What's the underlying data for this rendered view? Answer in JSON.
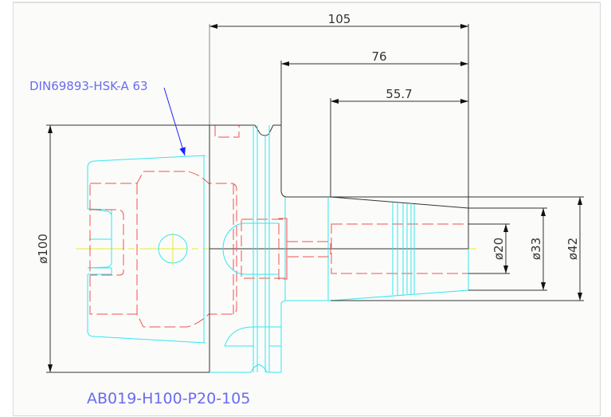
{
  "drawing": {
    "part_number": "AB019-H100-P20-105",
    "interface_label": "DIN69893-HSK-A 63",
    "dimensions": {
      "overall_length": "105",
      "length_76": "76",
      "length_55_7": "55.7",
      "flange_diameter": "ø100",
      "bore_diameter": "ø20",
      "nose_diameter": "ø33",
      "body_diameter": "ø42"
    },
    "colors": {
      "outline": "#333333",
      "visible_edges": "#33e6f0",
      "hidden_lines": "#f05050",
      "centerline": "#e8e830",
      "annotation": "#6a6af0"
    }
  }
}
